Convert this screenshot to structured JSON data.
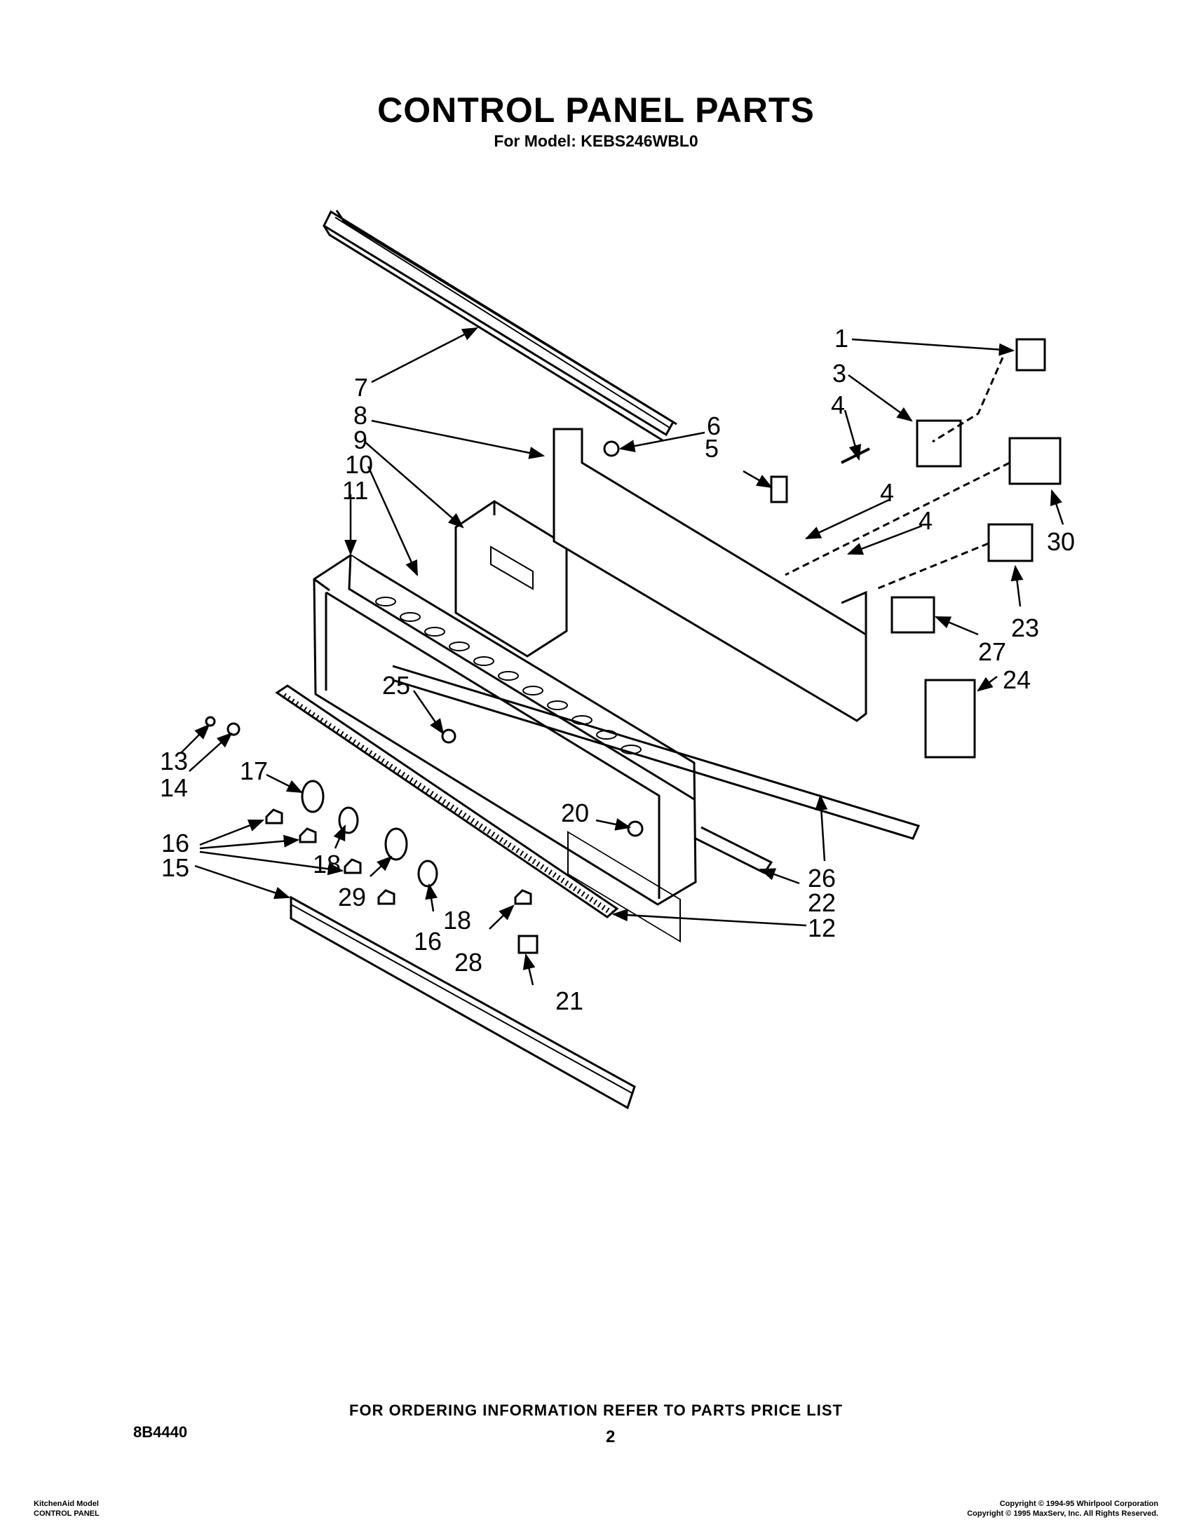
{
  "header": {
    "title": "CONTROL PANEL PARTS",
    "model_line": "For Model: KEBS246WBL0"
  },
  "diagram": {
    "part_labels": [
      "1",
      "3",
      "4",
      "4",
      "4",
      "5",
      "6",
      "7",
      "8",
      "9",
      "10",
      "11",
      "12",
      "13",
      "14",
      "15",
      "16",
      "16",
      "17",
      "18",
      "18",
      "20",
      "21",
      "22",
      "23",
      "24",
      "25",
      "26",
      "27",
      "28",
      "29",
      "30"
    ]
  },
  "footer": {
    "ordering_note": "FOR ORDERING INFORMATION REFER TO PARTS PRICE LIST",
    "doc_number": "8B4440",
    "page_number": "2",
    "left_line1": "KitchenAid Model",
    "left_line2": "CONTROL PANEL",
    "right_line1": "Copyright © 1994-95 Whirlpool Corporation",
    "right_line2": "Copyright © 1995 MaxServ, Inc.  All Rights Reserved."
  }
}
